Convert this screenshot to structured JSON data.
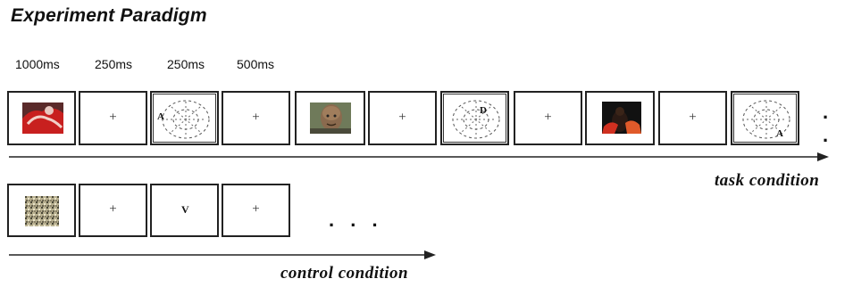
{
  "title": "Experiment Paradigm",
  "timings": [
    "1000ms",
    "250ms",
    "250ms",
    "500ms"
  ],
  "task_row": {
    "fixation": "+",
    "target_letters": [
      "A",
      "D",
      "A"
    ],
    "trailing": ". ."
  },
  "control_row": {
    "fixation": "+",
    "target_letter": "V",
    "trailing": ". . ."
  },
  "labels": {
    "task": "task condition",
    "control": "control condition"
  }
}
